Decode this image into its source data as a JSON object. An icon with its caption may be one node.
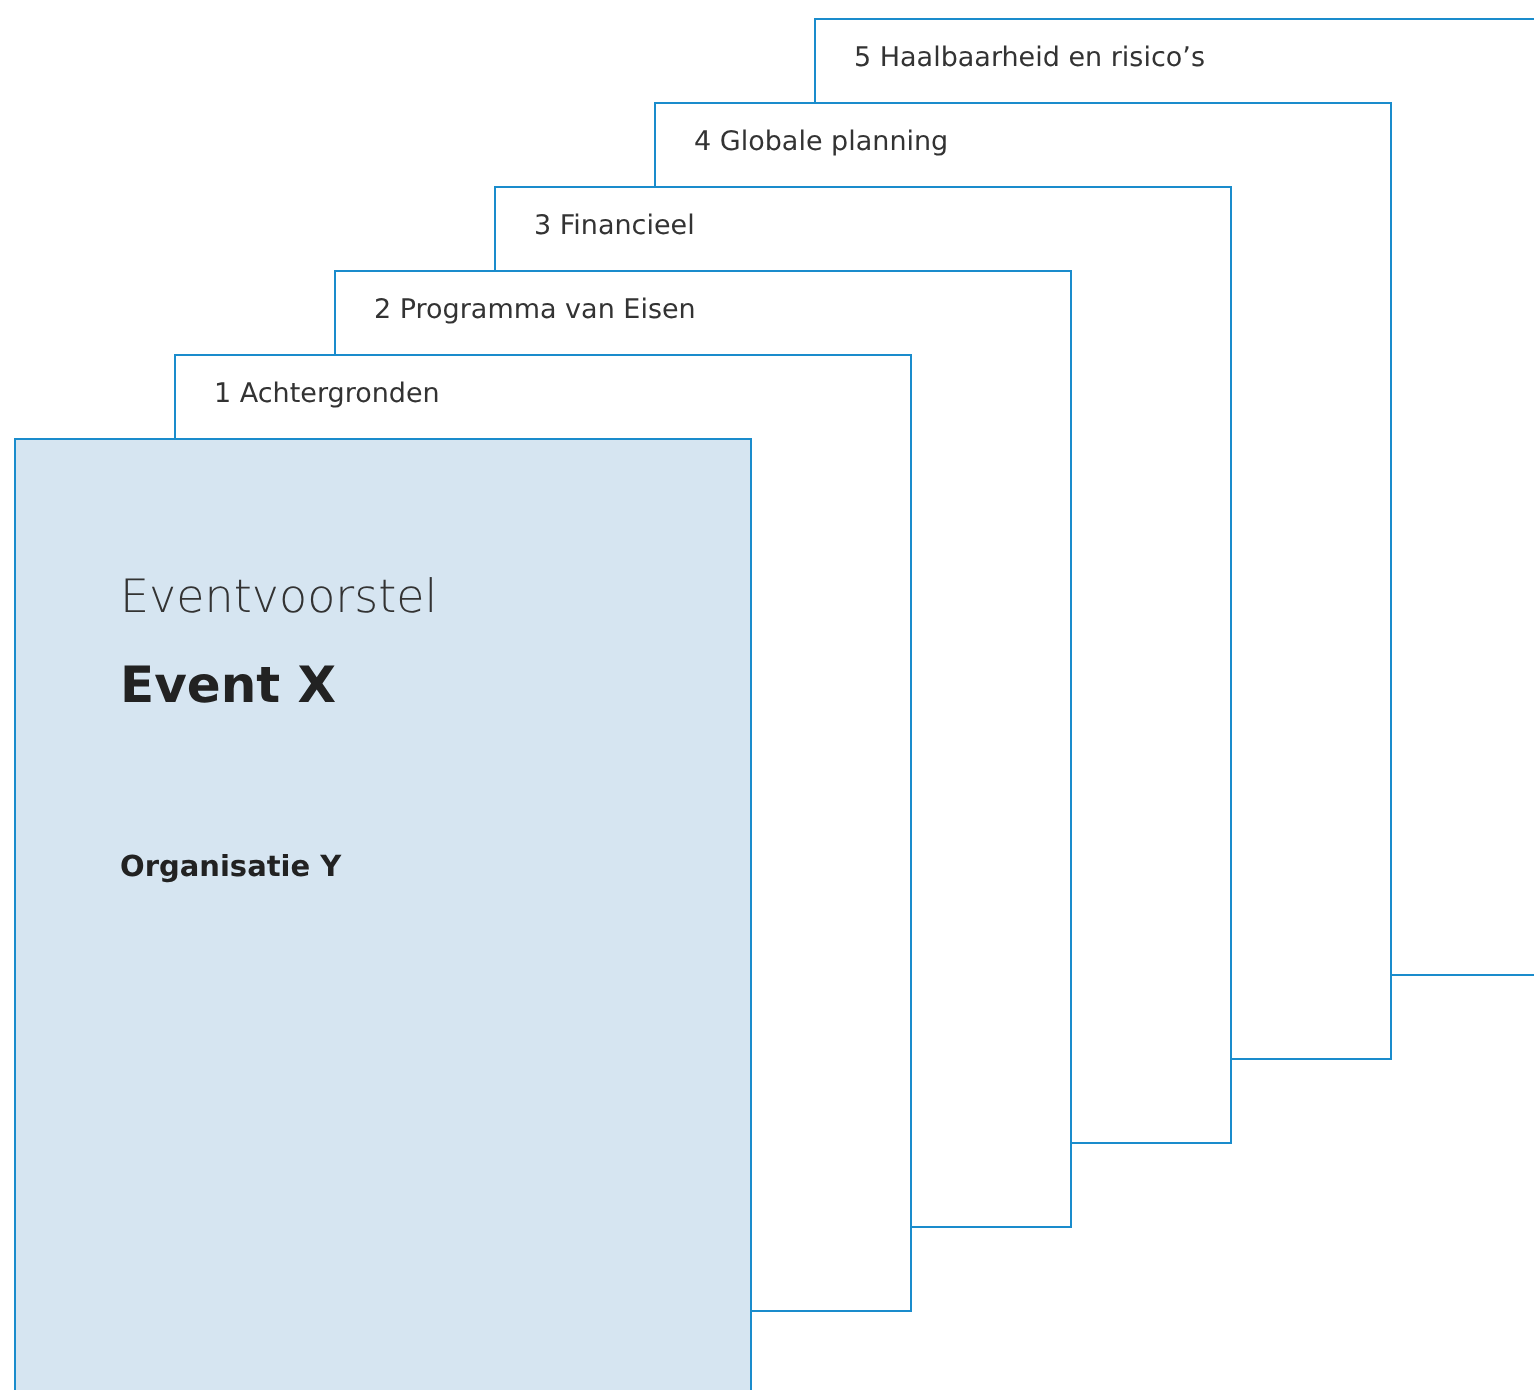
{
  "diagram": {
    "nodes": [
      {
        "text": [
          "Eventvoorstel",
          "Event X",
          "Organisatie Y"
        ]
      },
      {
        "text": [
          "1 Achtergronden"
        ]
      },
      {
        "text": [
          "2 Programma van Eisen"
        ]
      },
      {
        "text": [
          "3 Financieel"
        ]
      },
      {
        "text": [
          "4 Globale planning"
        ]
      },
      {
        "text": [
          "5 Haalbaarheid en risico’s"
        ]
      }
    ]
  }
}
